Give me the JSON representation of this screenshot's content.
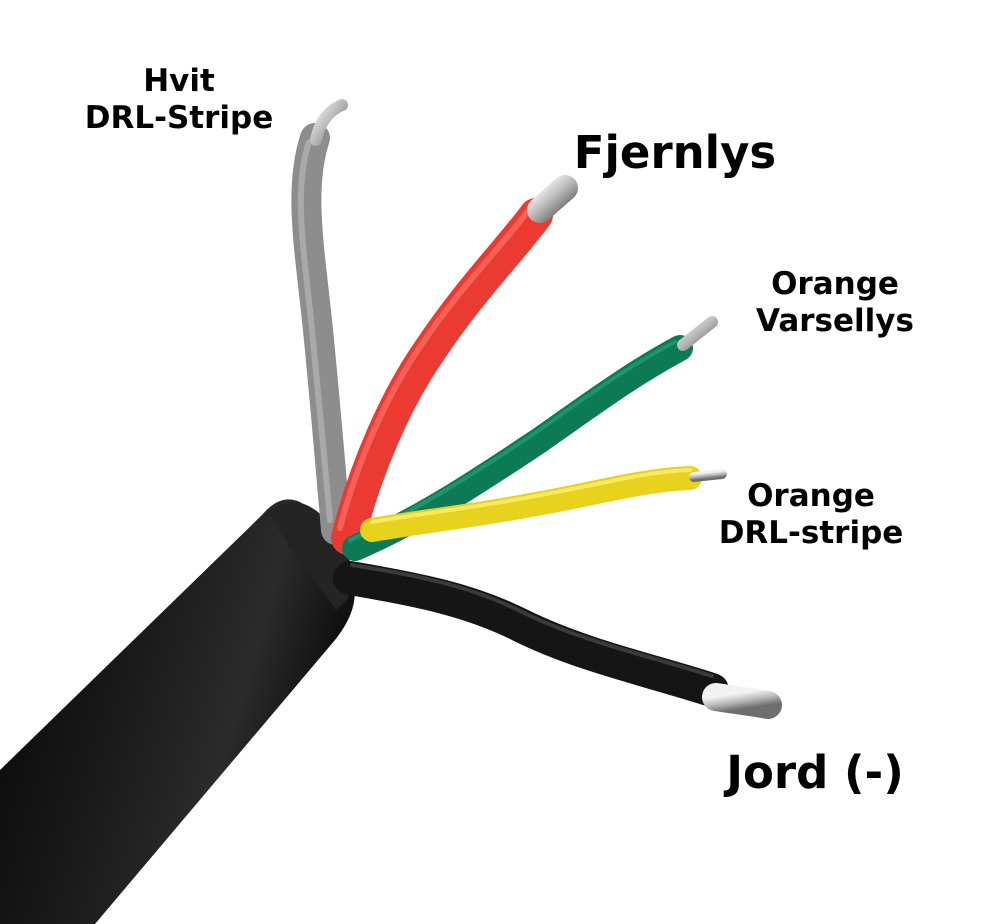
{
  "photo": {
    "background_color": "#ffffff",
    "cable_jacket_color": "#141414",
    "conductor_metal_color": "#c9c9c9"
  },
  "wires": [
    {
      "id": "white-drl",
      "color": "#8d8d8d",
      "label_lines": [
        "Hvit",
        "DRL-Stripe"
      ]
    },
    {
      "id": "high-beam",
      "color": "#ea3a32",
      "label_lines": [
        "Fjernlys"
      ]
    },
    {
      "id": "orange-turn",
      "color": "#0b7a55",
      "label_lines": [
        "Orange",
        "Varsellys"
      ]
    },
    {
      "id": "orange-drl",
      "color": "#e7d21e",
      "label_lines": [
        "Orange",
        "DRL-stripe"
      ]
    },
    {
      "id": "ground",
      "color": "#151515",
      "label_lines": [
        "Jord (-)"
      ]
    }
  ]
}
